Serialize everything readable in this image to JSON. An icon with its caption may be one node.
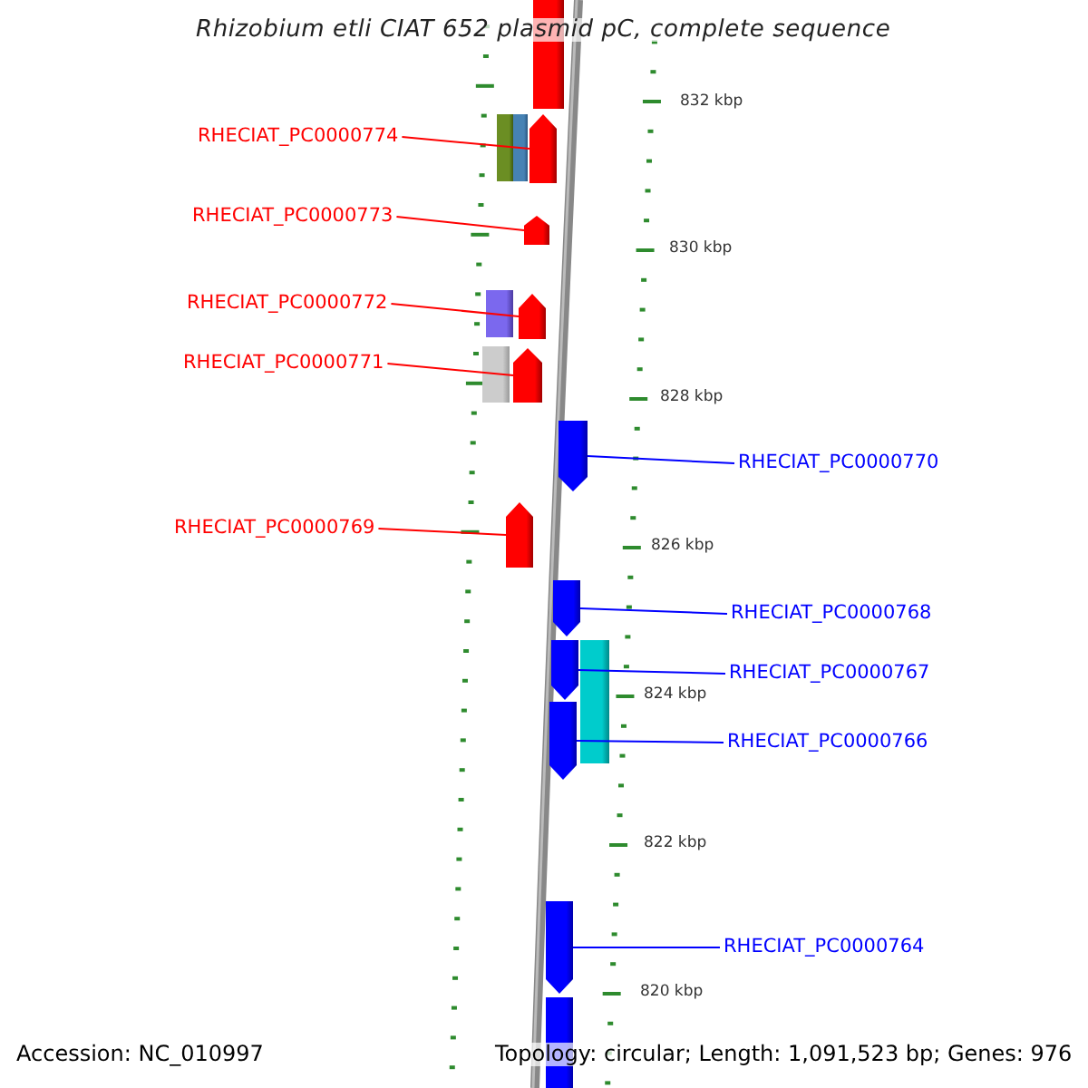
{
  "diagram": {
    "title": "Rhizobium etli CIAT 652 plasmid pC, complete sequence",
    "nodes": [
      {
        "text": [
          "RHECIAT_PC0000774"
        ]
      },
      {
        "text": [],
        "shape": "arrow"
      },
      {
        "text": [
          "RHECIAT_PC0000773"
        ]
      },
      {
        "text": [],
        "shape": "arrow"
      },
      {
        "text": [
          "RHECIAT_PC0000772"
        ]
      },
      {
        "text": [],
        "shape": "arrow"
      },
      {
        "text": [
          "RHECIAT_PC0000771"
        ]
      },
      {
        "text": [],
        "shape": "arrow"
      },
      {
        "text": [],
        "shape": "arrow"
      },
      {
        "text": [
          "RHECIAT_PC0000770"
        ]
      },
      {
        "text": [
          "RHECIAT_PC0000769"
        ]
      },
      {
        "text": [],
        "shape": "arrow"
      },
      {
        "text": [],
        "shape": "arrow"
      },
      {
        "text": [
          "RHECIAT_PC0000768"
        ]
      },
      {
        "text": [],
        "shape": "arrow"
      },
      {
        "text": [
          "RHECIAT_PC0000767"
        ]
      },
      {
        "text": [],
        "shape": "arrow"
      },
      {
        "text": [
          "RHECIAT_PC0000766"
        ]
      },
      {
        "text": [],
        "shape": "arrow"
      },
      {
        "text": [
          "RHECIAT_PC0000764"
        ]
      }
    ],
    "edges": [
      {
        "from": 0,
        "to": 1,
        "arrow": "none"
      },
      {
        "from": 2,
        "to": 3,
        "arrow": "none"
      },
      {
        "from": 4,
        "to": 5,
        "arrow": "none"
      },
      {
        "from": 6,
        "to": 7,
        "arrow": "none"
      },
      {
        "from": 9,
        "to": 8,
        "arrow": "none",
        "color": "#0000ff"
      },
      {
        "from": 10,
        "to": 11,
        "arrow": "none"
      },
      {
        "from": 13,
        "to": 12,
        "arrow": "none",
        "color": "#0000ff"
      },
      {
        "from": 15,
        "to": 14,
        "arrow": "none",
        "color": "#0000ff"
      },
      {
        "from": 17,
        "to": 16,
        "arrow": "none",
        "color": "#0000ff"
      },
      {
        "from": 19,
        "to": 18,
        "arrow": "none",
        "color": "#0000ff"
      }
    ],
    "labels": [
      "832 kbp",
      "830 kbp",
      "828 kbp",
      "826 kbp",
      "824 kbp",
      "822 kbp",
      "820 kbp",
      "Accession: NC_010997",
      "Topology: circular; Length: 1,091,523 bp; Genes: 976"
    ]
  }
}
